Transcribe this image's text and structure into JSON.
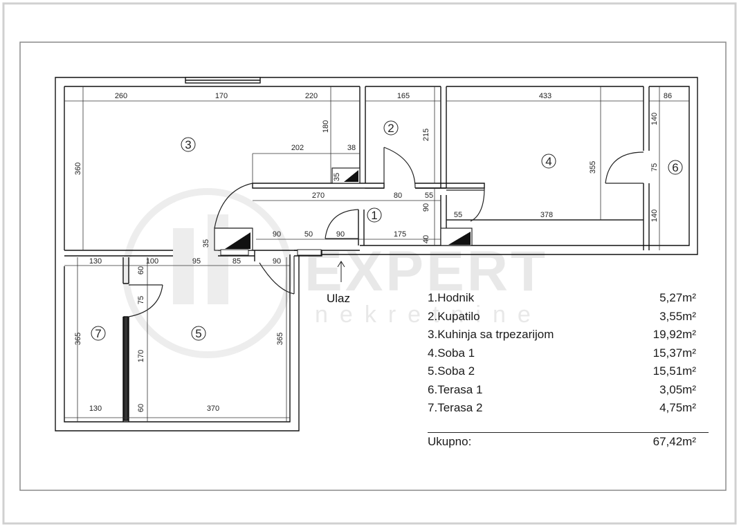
{
  "watermark": {
    "brand": "EXPERT",
    "tagline": "nekretnine"
  },
  "entrance_label": "Ulaz",
  "rooms": [
    {
      "no": "1",
      "name": "Hodnik",
      "area": "5,27m²"
    },
    {
      "no": "2",
      "name": "Kupatilo",
      "area": "3,55m²"
    },
    {
      "no": "3",
      "name": "Kuhinja sa trpezarijom",
      "area": "19,92m²"
    },
    {
      "no": "4",
      "name": "Soba 1",
      "area": "15,37m²"
    },
    {
      "no": "5",
      "name": "Soba 2",
      "area": "15,51m²"
    },
    {
      "no": "6",
      "name": "Terasa 1",
      "area": "3,05m²"
    },
    {
      "no": "7",
      "name": "Terasa 2",
      "area": "4,75m²"
    }
  ],
  "total": {
    "label": "Ukupno:",
    "value": "67,42m²"
  },
  "dimensions": {
    "top_260": "260",
    "top_170": "170",
    "top_220": "220",
    "top_165": "165",
    "top_433": "433",
    "top_86": "86",
    "left_360": "360",
    "v_180": "180",
    "v_215": "215",
    "v_355": "355",
    "v_140a": "140",
    "v_75a": "75",
    "v_140b": "140",
    "k_202": "202",
    "k_38": "38",
    "k_35": "35",
    "h_270": "270",
    "h_80": "80",
    "h_55a": "55",
    "v_90": "90",
    "h_55b": "55",
    "h_378": "378",
    "v_40": "40",
    "c_90a": "90",
    "c_50": "50",
    "c_90b": "90",
    "c_175": "175",
    "s_35": "35",
    "b_130": "130",
    "b_60a": "60",
    "b_100": "100",
    "b_95": "95",
    "b_85": "85",
    "b_90": "90",
    "l_365a": "365",
    "l_75": "75",
    "l_170": "170",
    "r_365b": "365",
    "bot_130": "130",
    "bot_60": "60",
    "bot_370": "370"
  }
}
